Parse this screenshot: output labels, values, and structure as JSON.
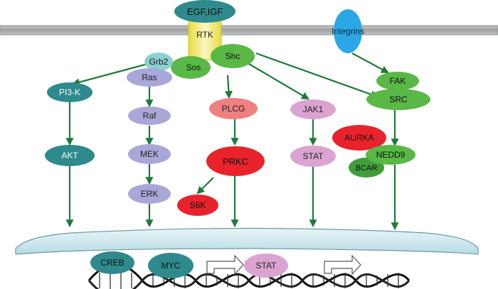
{
  "ligand": "EGF,IGF",
  "receptor": "RTK",
  "integrins": "Integrins",
  "adaptors": {
    "grb2": "Grb2",
    "sos": "Sos",
    "shc": "Shc"
  },
  "pathways": {
    "pi3k": "PI3-K",
    "akt": "AKT",
    "ras": "Ras",
    "raf": "Raf",
    "mek": "MEK",
    "erk": "ERK",
    "plcg": "PLCG",
    "prkc": "PRKC",
    "s6k": "S6K",
    "jak1": "JAK1",
    "stat": "STAT",
    "fak": "FAK",
    "src": "SRC",
    "aurka": "AURKA",
    "nedd9": "NEDD9",
    "bcar": "BCAR"
  },
  "nucleus": {
    "creb": "CREB",
    "myc": "MYC",
    "stat": "STAT"
  },
  "colors": {
    "teal": "#2e8a8c",
    "lavender": "#a9a6d8",
    "pink": "#f08080",
    "red": "#e8232b",
    "orchid": "#dba3d0",
    "green": "#59b846",
    "arrow": "#1f7a3a",
    "membrane": "#a8aaab",
    "nuclearEnvelope": "#cde8ee",
    "integrin": "#2aa7e4",
    "rtk": "#f6f09a"
  }
}
